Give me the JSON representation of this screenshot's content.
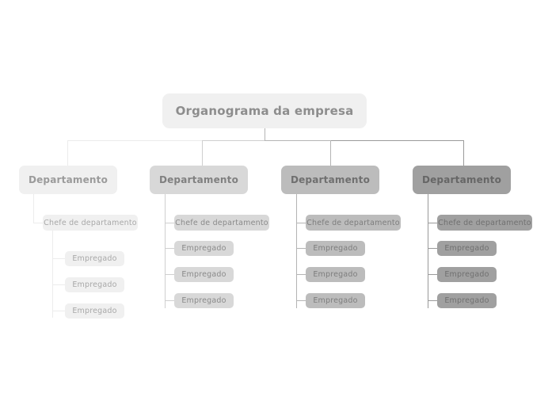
{
  "chart_data": {
    "type": "diagram",
    "diagram_type": "organizational-chart",
    "title": "Organograma da empresa",
    "language": "pt",
    "palette": {
      "background": "#ffffff",
      "shade_levels": [
        "#f0f0f0",
        "#d8d8d8",
        "#bcbcbc",
        "#a0a0a0"
      ],
      "line_levels": [
        "#ececec",
        "#cfcfcf",
        "#b4b4b4",
        "#9a9a9a"
      ],
      "root_fill": "#f0f0f0",
      "root_text": "#8d8d8d"
    },
    "root": {
      "label": "Organograma da empresa",
      "children_count": 4
    },
    "columns": [
      {
        "index": 0,
        "shade": "#f0f0f0",
        "nesting": "employees-nested-under-chief",
        "department": "Departamento",
        "chief": "Chefe de departamento",
        "employees": [
          "Empregado",
          "Empregado",
          "Empregado"
        ]
      },
      {
        "index": 1,
        "shade": "#d8d8d8",
        "nesting": "employees-siblings-of-chief",
        "department": "Departamento",
        "chief": "Chefe de departamento",
        "employees": [
          "Empregado",
          "Empregado",
          "Empregado"
        ]
      },
      {
        "index": 2,
        "shade": "#bcbcbc",
        "nesting": "employees-siblings-of-chief",
        "department": "Departamento",
        "chief": "Chefe de departamento",
        "employees": [
          "Empregado",
          "Empregado",
          "Empregado"
        ]
      },
      {
        "index": 3,
        "shade": "#a0a0a0",
        "nesting": "employees-siblings-of-chief",
        "department": "Departamento",
        "chief": "Chefe de departamento",
        "employees": [
          "Empregado",
          "Empregado",
          "Empregado"
        ]
      }
    ]
  },
  "root": {
    "label": "Organograma da empresa"
  },
  "col0": {
    "department": "Departamento",
    "chief": "Chefe de departamento",
    "emp0": "Empregado",
    "emp1": "Empregado",
    "emp2": "Empregado"
  },
  "col1": {
    "department": "Departamento",
    "chief": "Chefe de departamento",
    "emp0": "Empregado",
    "emp1": "Empregado",
    "emp2": "Empregado"
  },
  "col2": {
    "department": "Departamento",
    "chief": "Chefe de departamento",
    "emp0": "Empregado",
    "emp1": "Empregado",
    "emp2": "Empregado"
  },
  "col3": {
    "department": "Departamento",
    "chief": "Chefe de departamento",
    "emp0": "Empregado",
    "emp1": "Empregado",
    "emp2": "Empregado"
  }
}
